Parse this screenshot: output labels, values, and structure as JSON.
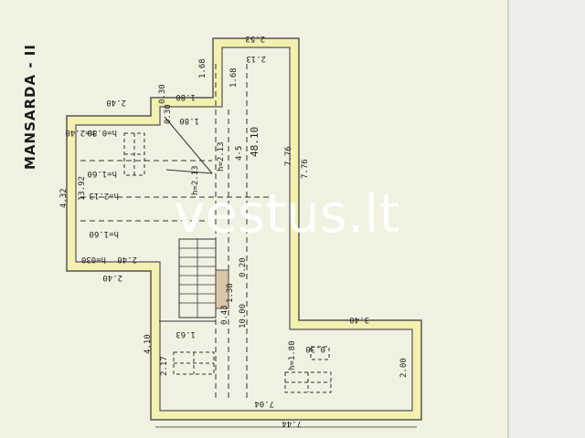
{
  "plan": {
    "title": "MANSARDA - II",
    "watermark": "vestus.lt",
    "wall_color": "#f3f0b0",
    "paper_color": "#f1f1e2",
    "stair_color": "#d8c6a8"
  },
  "dimensions": {
    "top_width": "2.53",
    "right_upper_a": "2.13",
    "right_upper_b": "1.68",
    "left_upper_a": "1.68",
    "step_top": "2.40",
    "step_small": "0.30",
    "step_mid": "1.80",
    "step_mid2": "1.80",
    "left_height": "4.32",
    "right_long_a": "7.76",
    "right_long_b": "7.76",
    "bottom_left_step": "2.40",
    "left_lower": "4.10",
    "lower_left_wall": "2.17",
    "bottom_step_right": "3.40",
    "right_lower": "2.00",
    "bottom_width": "7.44",
    "bottom_inner": "7.04",
    "stair_width": "1.38",
    "stair_len": "10.00",
    "stair_sub": "0.20",
    "stair_note": "0.43",
    "stair_bottom": "1.63",
    "h_top": "h=0.80",
    "h_top2": "h=2.40",
    "h_160a": "h=1.60",
    "h_213": "h=2.13",
    "h_160b": "h=1.60",
    "h_030": "h=030",
    "h_center": "h=2.13",
    "ridge": "4-5",
    "area": "48.10",
    "lower_h": "h=1.80",
    "lower_small": "0.30",
    "left_stack": "13.92",
    "stair_h": "h=2.13"
  }
}
